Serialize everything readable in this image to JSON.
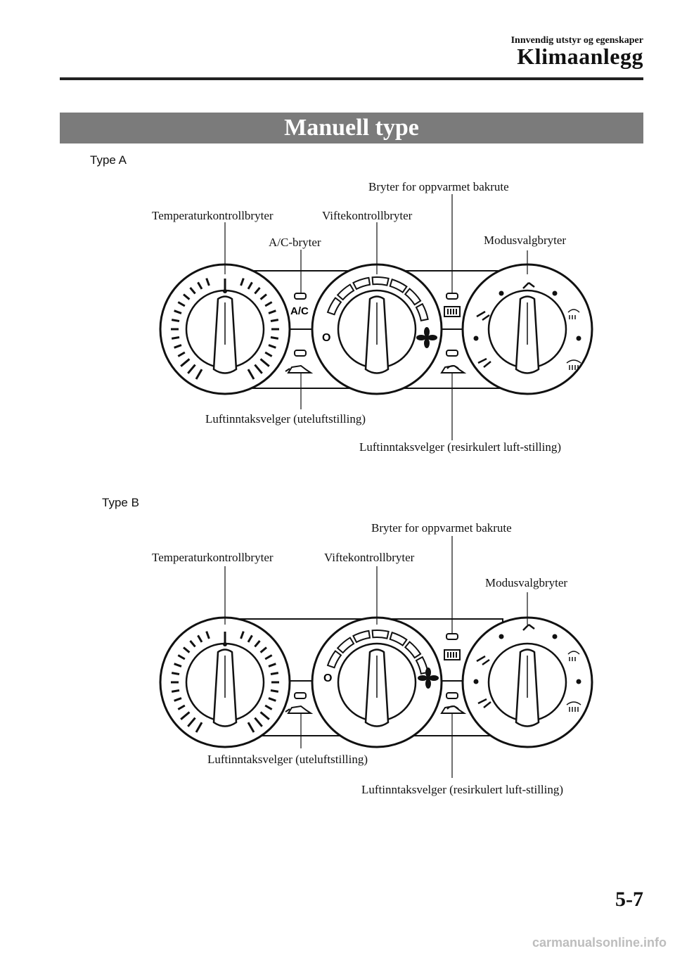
{
  "header": {
    "section": "Innvendig utstyr og egenskaper",
    "title": "Klimaanlegg"
  },
  "banner": "Manuell type",
  "type_a": {
    "label": "Type A",
    "temp": "Temperaturkontrollbryter",
    "ac": "A/C-bryter",
    "fan": "Viftekontrollbryter",
    "rear_defrost": "Bryter for oppvarmet bakrute",
    "mode": "Modusvalgbryter",
    "intake_outside": "Luftinntaksvelger (uteluftstilling)",
    "intake_recirc": "Luftinntaksvelger (resirkulert luft-stilling)",
    "panel_ac_text": "A/C",
    "panel_fan_off": "O"
  },
  "type_b": {
    "label": "Type B",
    "temp": "Temperaturkontrollbryter",
    "fan": "Viftekontrollbryter",
    "rear_defrost": "Bryter for oppvarmet bakrute",
    "mode": "Modusvalgbryter",
    "intake_outside": "Luftinntaksvelger (uteluftstilling)",
    "intake_recirc": "Luftinntaksvelger (resirkulert luft-stilling)",
    "panel_fan_off": "O"
  },
  "page_number": "5-7",
  "watermark": "carmanualsonline.info"
}
